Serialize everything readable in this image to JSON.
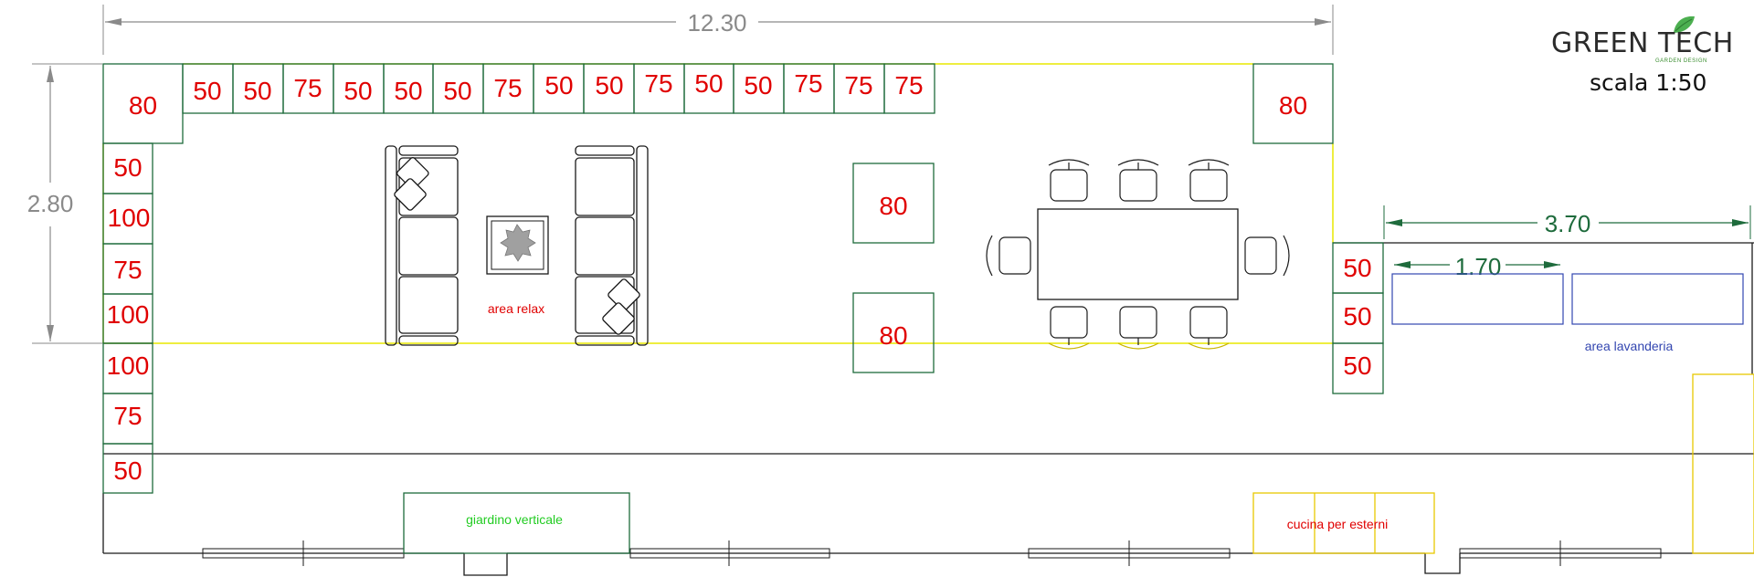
{
  "logo": {
    "brand": "GREEN TECH",
    "subtitle": "GARDEN DESIGN"
  },
  "scale_label": "scala 1:50",
  "dimensions": {
    "total_length": "12.30",
    "depth": "2.80",
    "laundry_width": "3.70",
    "laundry_unit": "1.70"
  },
  "areas": {
    "relax": "area relax",
    "laundry": "area lavanderia",
    "vertical_garden": "giardino verticale",
    "outdoor_kitchen": "cucina per esterni"
  },
  "planters": {
    "corner_left": "80",
    "corner_right": "80",
    "top_row": [
      "50",
      "50",
      "75",
      "50",
      "50",
      "50",
      "75",
      "50",
      "50",
      "75",
      "50",
      "50",
      "75",
      "75",
      "75"
    ],
    "left_column": [
      "50",
      "100",
      "75",
      "100",
      "100",
      "75",
      "50"
    ],
    "center": [
      "80",
      "80"
    ],
    "right_column": [
      "50",
      "50",
      "50"
    ]
  },
  "colors": {
    "planter": "#1e6b3c",
    "planter_label": "#e00000",
    "boundary": "#e8e800",
    "laundry": "#3346b0",
    "dimension": "#8a8a8a",
    "dimension_green": "#1e6b3c",
    "garden_label": "#22cc22"
  }
}
